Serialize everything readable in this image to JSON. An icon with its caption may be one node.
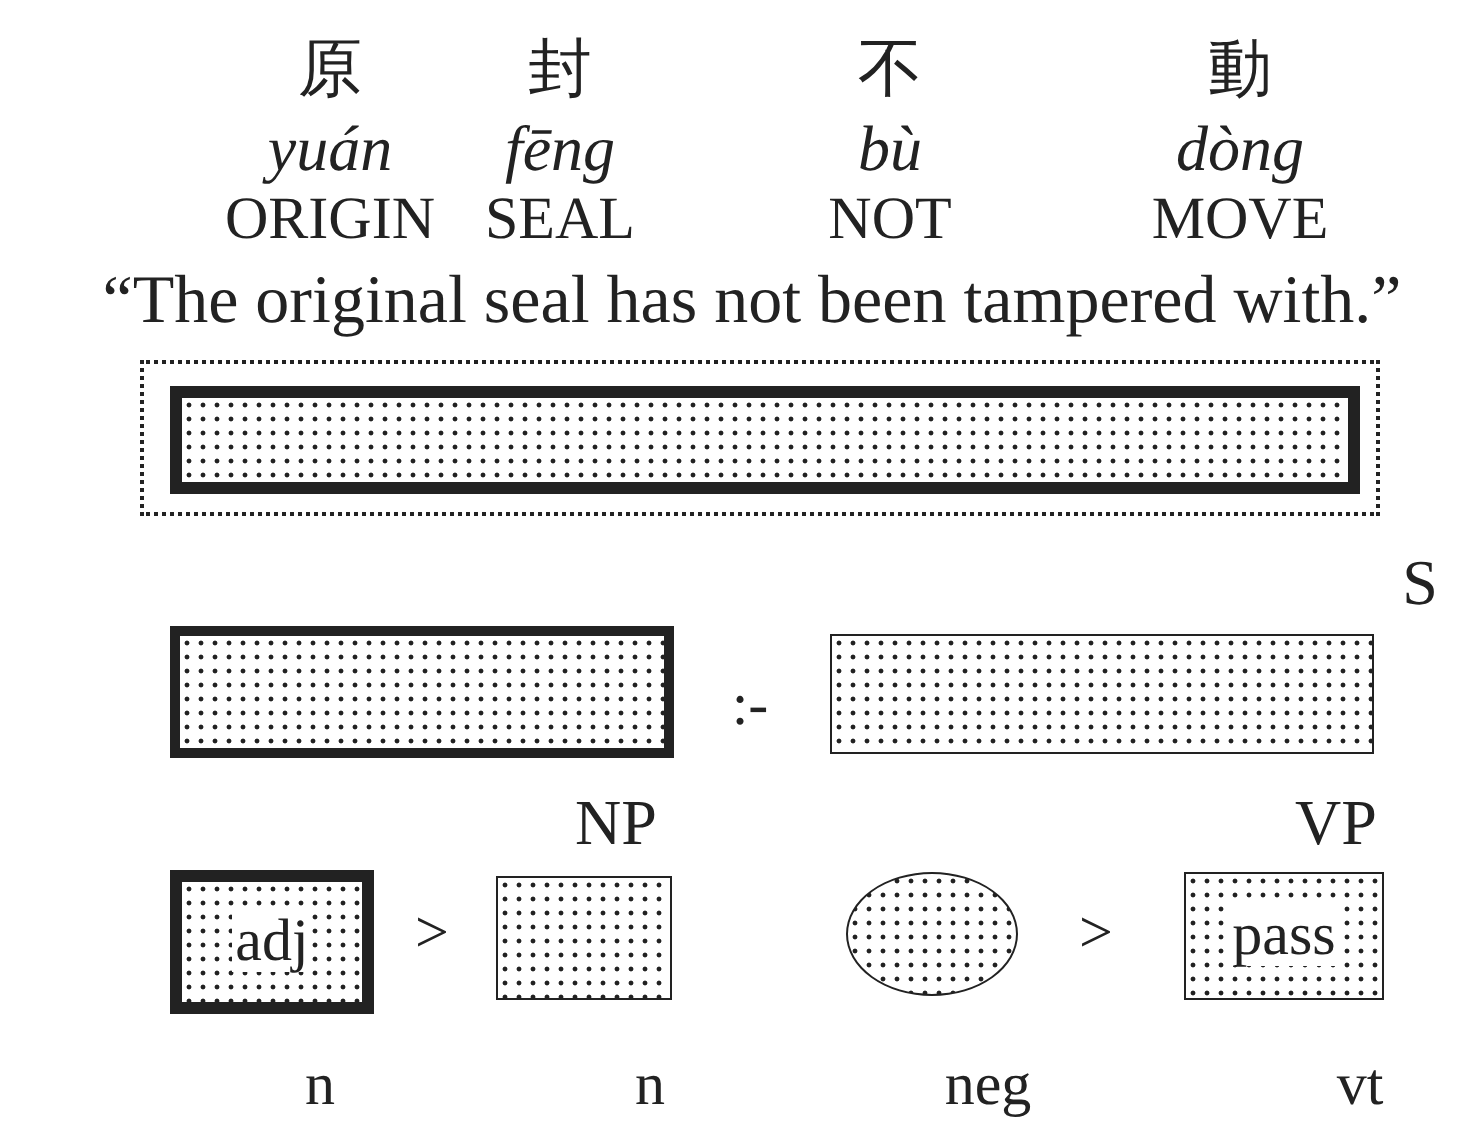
{
  "diagram": {
    "nodes": [
      {
        "text": [],
        "shape": "box"
      },
      {
        "text": [],
        "shape": "box",
        "in": 0
      },
      {
        "text": [],
        "shape": "box"
      },
      {
        "text": [],
        "shape": "box"
      },
      {
        "text": [
          "adj"
        ]
      },
      {
        "text": [],
        "shape": "box"
      },
      {
        "text": [],
        "shape": "circle"
      },
      {
        "text": [
          "pass"
        ]
      }
    ],
    "labels": [
      "原",
      "封",
      "不",
      "動",
      "yuán",
      "fēng",
      "bù",
      "dòng",
      "ORIGIN",
      "SEAL",
      "NOT",
      "MOVE",
      "“The original seal has not been tampered with.”",
      "S",
      ":-",
      "NP",
      "VP",
      ">",
      ">",
      "n",
      "n",
      "neg",
      "vt"
    ]
  }
}
